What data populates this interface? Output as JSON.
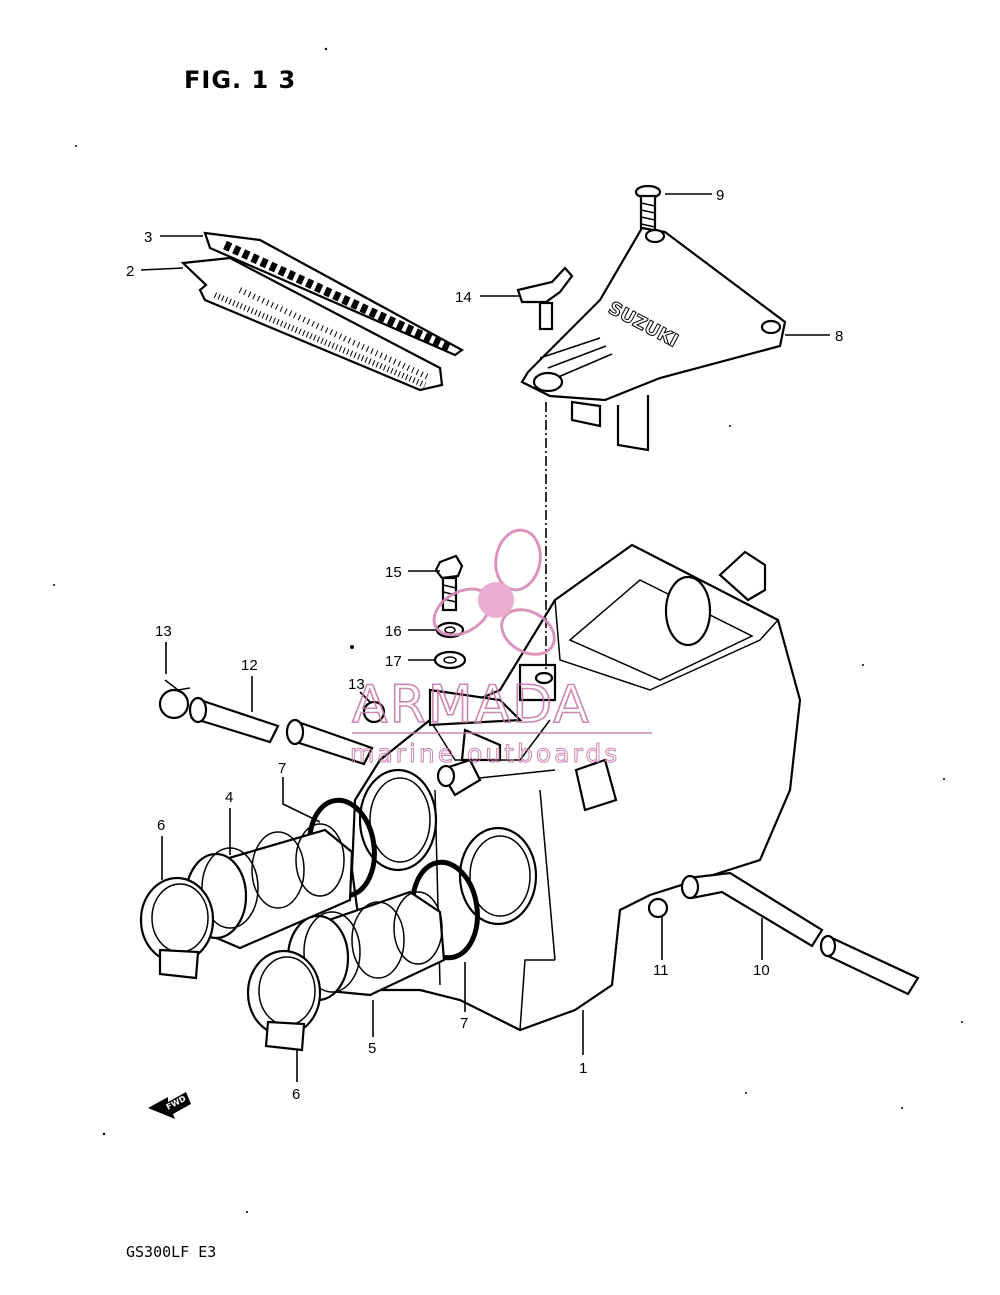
{
  "figure": {
    "title": "FIG. 1 3"
  },
  "footer": {
    "model": "GS300LF E3"
  },
  "cover_logo": "SUZUKI",
  "fwd_label": "FWD",
  "watermark": {
    "brand": "ARMADA",
    "tagline": "marine outboards",
    "color": "#c77aa8"
  },
  "callouts": [
    {
      "id": "c1",
      "label": "1"
    },
    {
      "id": "c2",
      "label": "2"
    },
    {
      "id": "c3",
      "label": "3"
    },
    {
      "id": "c4",
      "label": "4"
    },
    {
      "id": "c5",
      "label": "5"
    },
    {
      "id": "c6a",
      "label": "6"
    },
    {
      "id": "c6b",
      "label": "6"
    },
    {
      "id": "c7a",
      "label": "7"
    },
    {
      "id": "c7b",
      "label": "7"
    },
    {
      "id": "c8",
      "label": "8"
    },
    {
      "id": "c9",
      "label": "9"
    },
    {
      "id": "c10",
      "label": "10"
    },
    {
      "id": "c11",
      "label": "11"
    },
    {
      "id": "c12",
      "label": "12"
    },
    {
      "id": "c13a",
      "label": "13"
    },
    {
      "id": "c13b",
      "label": "13"
    },
    {
      "id": "c14",
      "label": "14"
    },
    {
      "id": "c15",
      "label": "15"
    },
    {
      "id": "c16",
      "label": "16"
    },
    {
      "id": "c17",
      "label": "17"
    }
  ]
}
